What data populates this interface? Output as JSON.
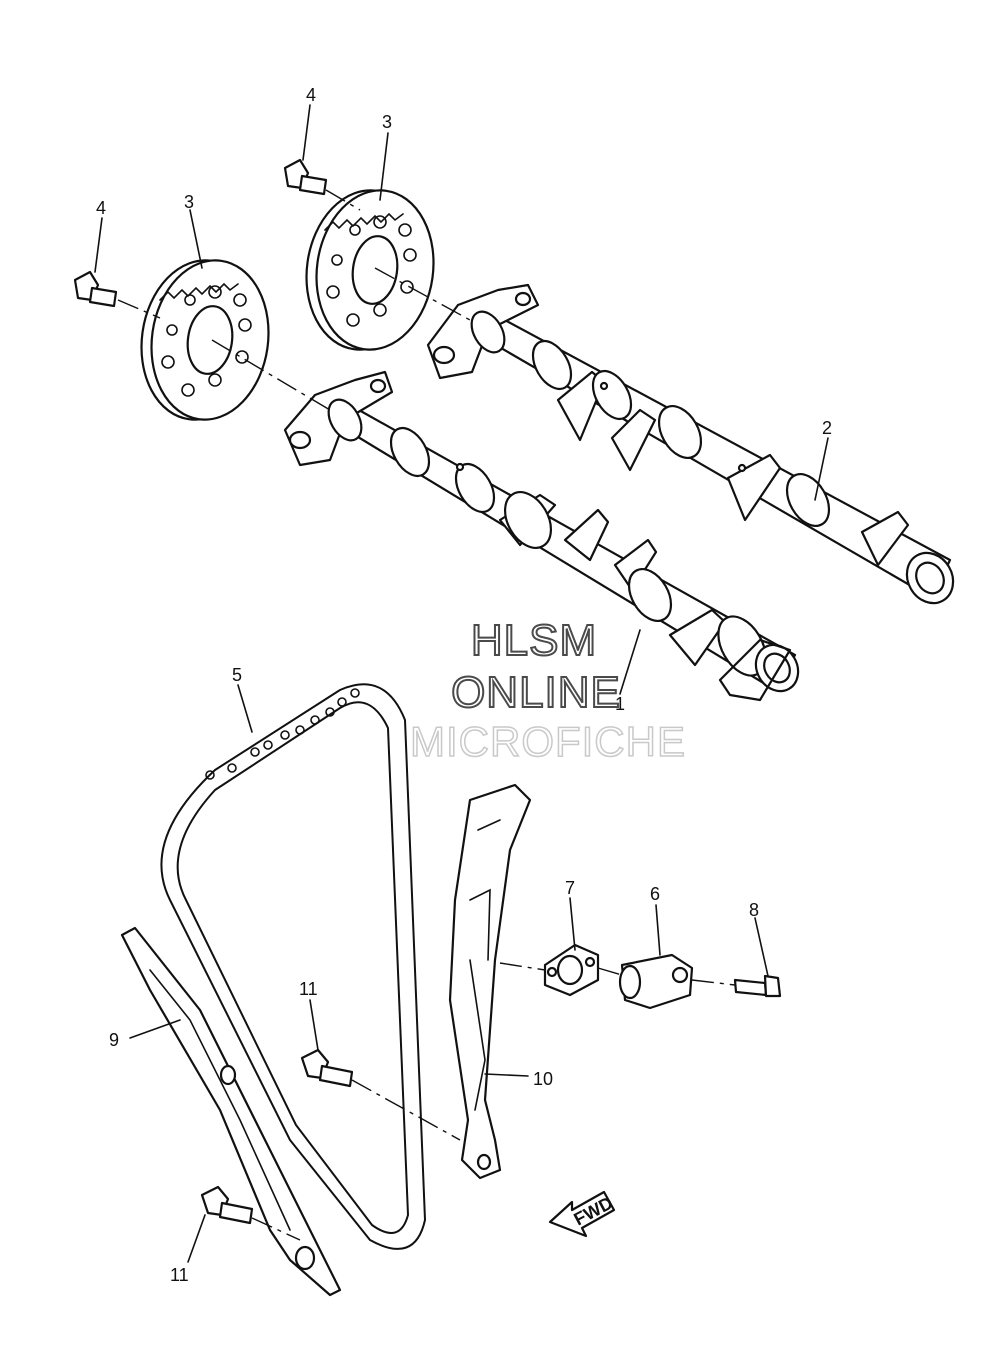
{
  "watermark": {
    "line1": "HLSM",
    "line2": "ONLINE",
    "line3": "MICROFICHE"
  },
  "direction_arrow": "FWD",
  "callouts": {
    "c1": "1",
    "c2": "2",
    "c3a": "3",
    "c3b": "3",
    "c4a": "4",
    "c4b": "4",
    "c5": "5",
    "c6": "6",
    "c7": "7",
    "c8": "8",
    "c9": "9",
    "c10": "10",
    "c11a": "11",
    "c11b": "11"
  }
}
